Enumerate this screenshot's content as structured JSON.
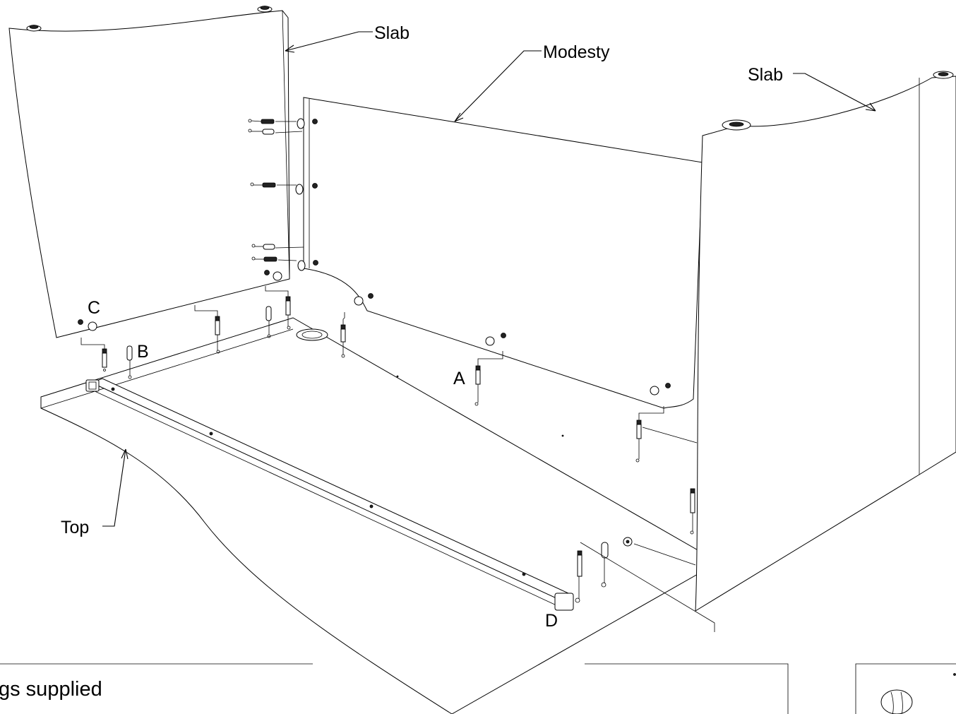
{
  "labels": {
    "slab_left": "Slab",
    "modesty": "Modesty",
    "slab_right": "Slab",
    "top": "Top",
    "a": "A",
    "b": "B",
    "c": "C",
    "d": "D"
  },
  "footer": {
    "text": "gs supplied"
  }
}
